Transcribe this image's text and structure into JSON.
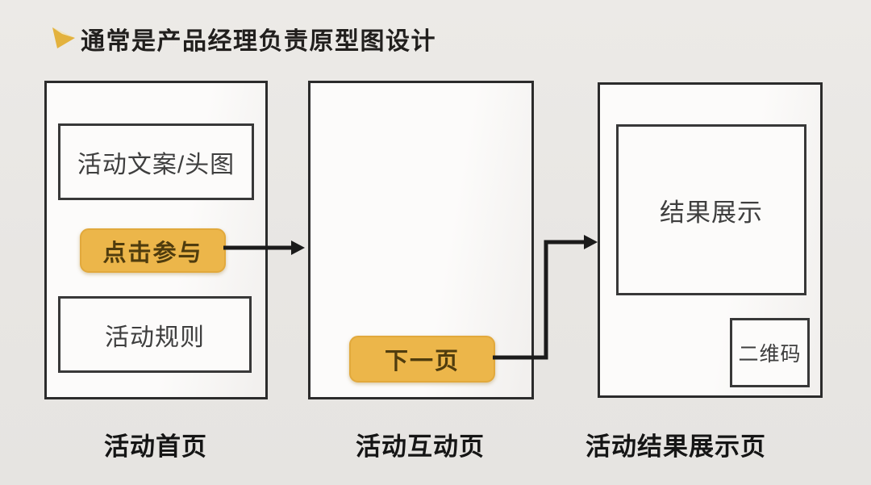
{
  "title": {
    "text": "通常是产品经理负责原型图设计"
  },
  "colors": {
    "background": "#e8e6e3",
    "panel_fill": "#fcfbfa",
    "outline_dark": "#2b2b2b",
    "accent_yellow": "#ecb64a",
    "button_text": "#4f3c0e",
    "arrow": "#1b1b1b",
    "bullet_gold": "#e3b23e"
  },
  "panels": {
    "home": {
      "caption": "活动首页",
      "header_box_label": "活动文案/头图",
      "join_button_label": "点击参与",
      "rules_box_label": "活动规则"
    },
    "interaction": {
      "caption": "活动互动页",
      "next_button_label": "下一页"
    },
    "result": {
      "caption": "活动结果展示页",
      "result_box_label": "结果展示",
      "qrcode_box_label": "二维码"
    }
  }
}
